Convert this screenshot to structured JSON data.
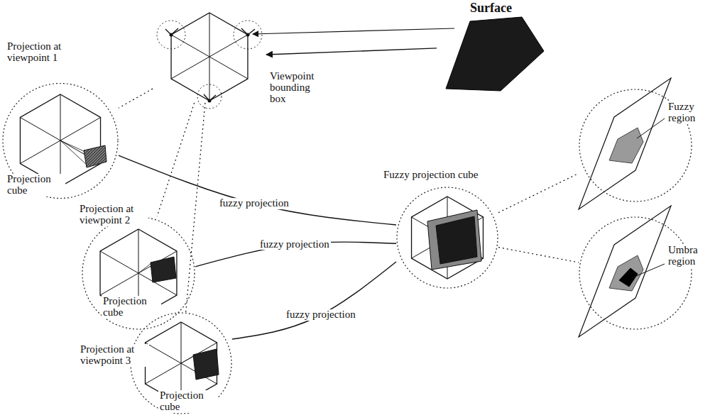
{
  "diagram": {
    "nodes": [
      {
        "text": [
          "Viewpoint bounding box"
        ]
      },
      {
        "text": [
          "Surface"
        ]
      },
      {
        "text": [
          "Projection at viewpoint 1",
          "Projection cube"
        ]
      },
      {
        "text": [
          "Projection at viewpoint 2",
          "Projection cube"
        ]
      },
      {
        "text": [
          "Projection at viewpoint 3",
          "Projection cube"
        ]
      },
      {
        "text": [
          "Fuzzy projection cube"
        ]
      },
      {
        "text": [
          "Fuzzy region"
        ]
      },
      {
        "text": [
          "Umbra region"
        ]
      }
    ],
    "edges": [
      {
        "from": 1,
        "to": 0,
        "arrow": "to"
      },
      {
        "from": 0,
        "to": 2,
        "arrow": "none"
      },
      {
        "from": 0,
        "to": 3,
        "arrow": "none"
      },
      {
        "from": 0,
        "to": 4,
        "arrow": "none"
      },
      {
        "from": 2,
        "to": 5,
        "label": "fuzzy projection",
        "arrow": "none"
      },
      {
        "from": 3,
        "to": 5,
        "label": "fuzzy projection",
        "arrow": "none"
      },
      {
        "from": 4,
        "to": 5,
        "label": "fuzzy projection",
        "arrow": "none"
      },
      {
        "from": 5,
        "to": 6,
        "arrow": "none"
      },
      {
        "from": 5,
        "to": 7,
        "arrow": "none"
      }
    ]
  }
}
